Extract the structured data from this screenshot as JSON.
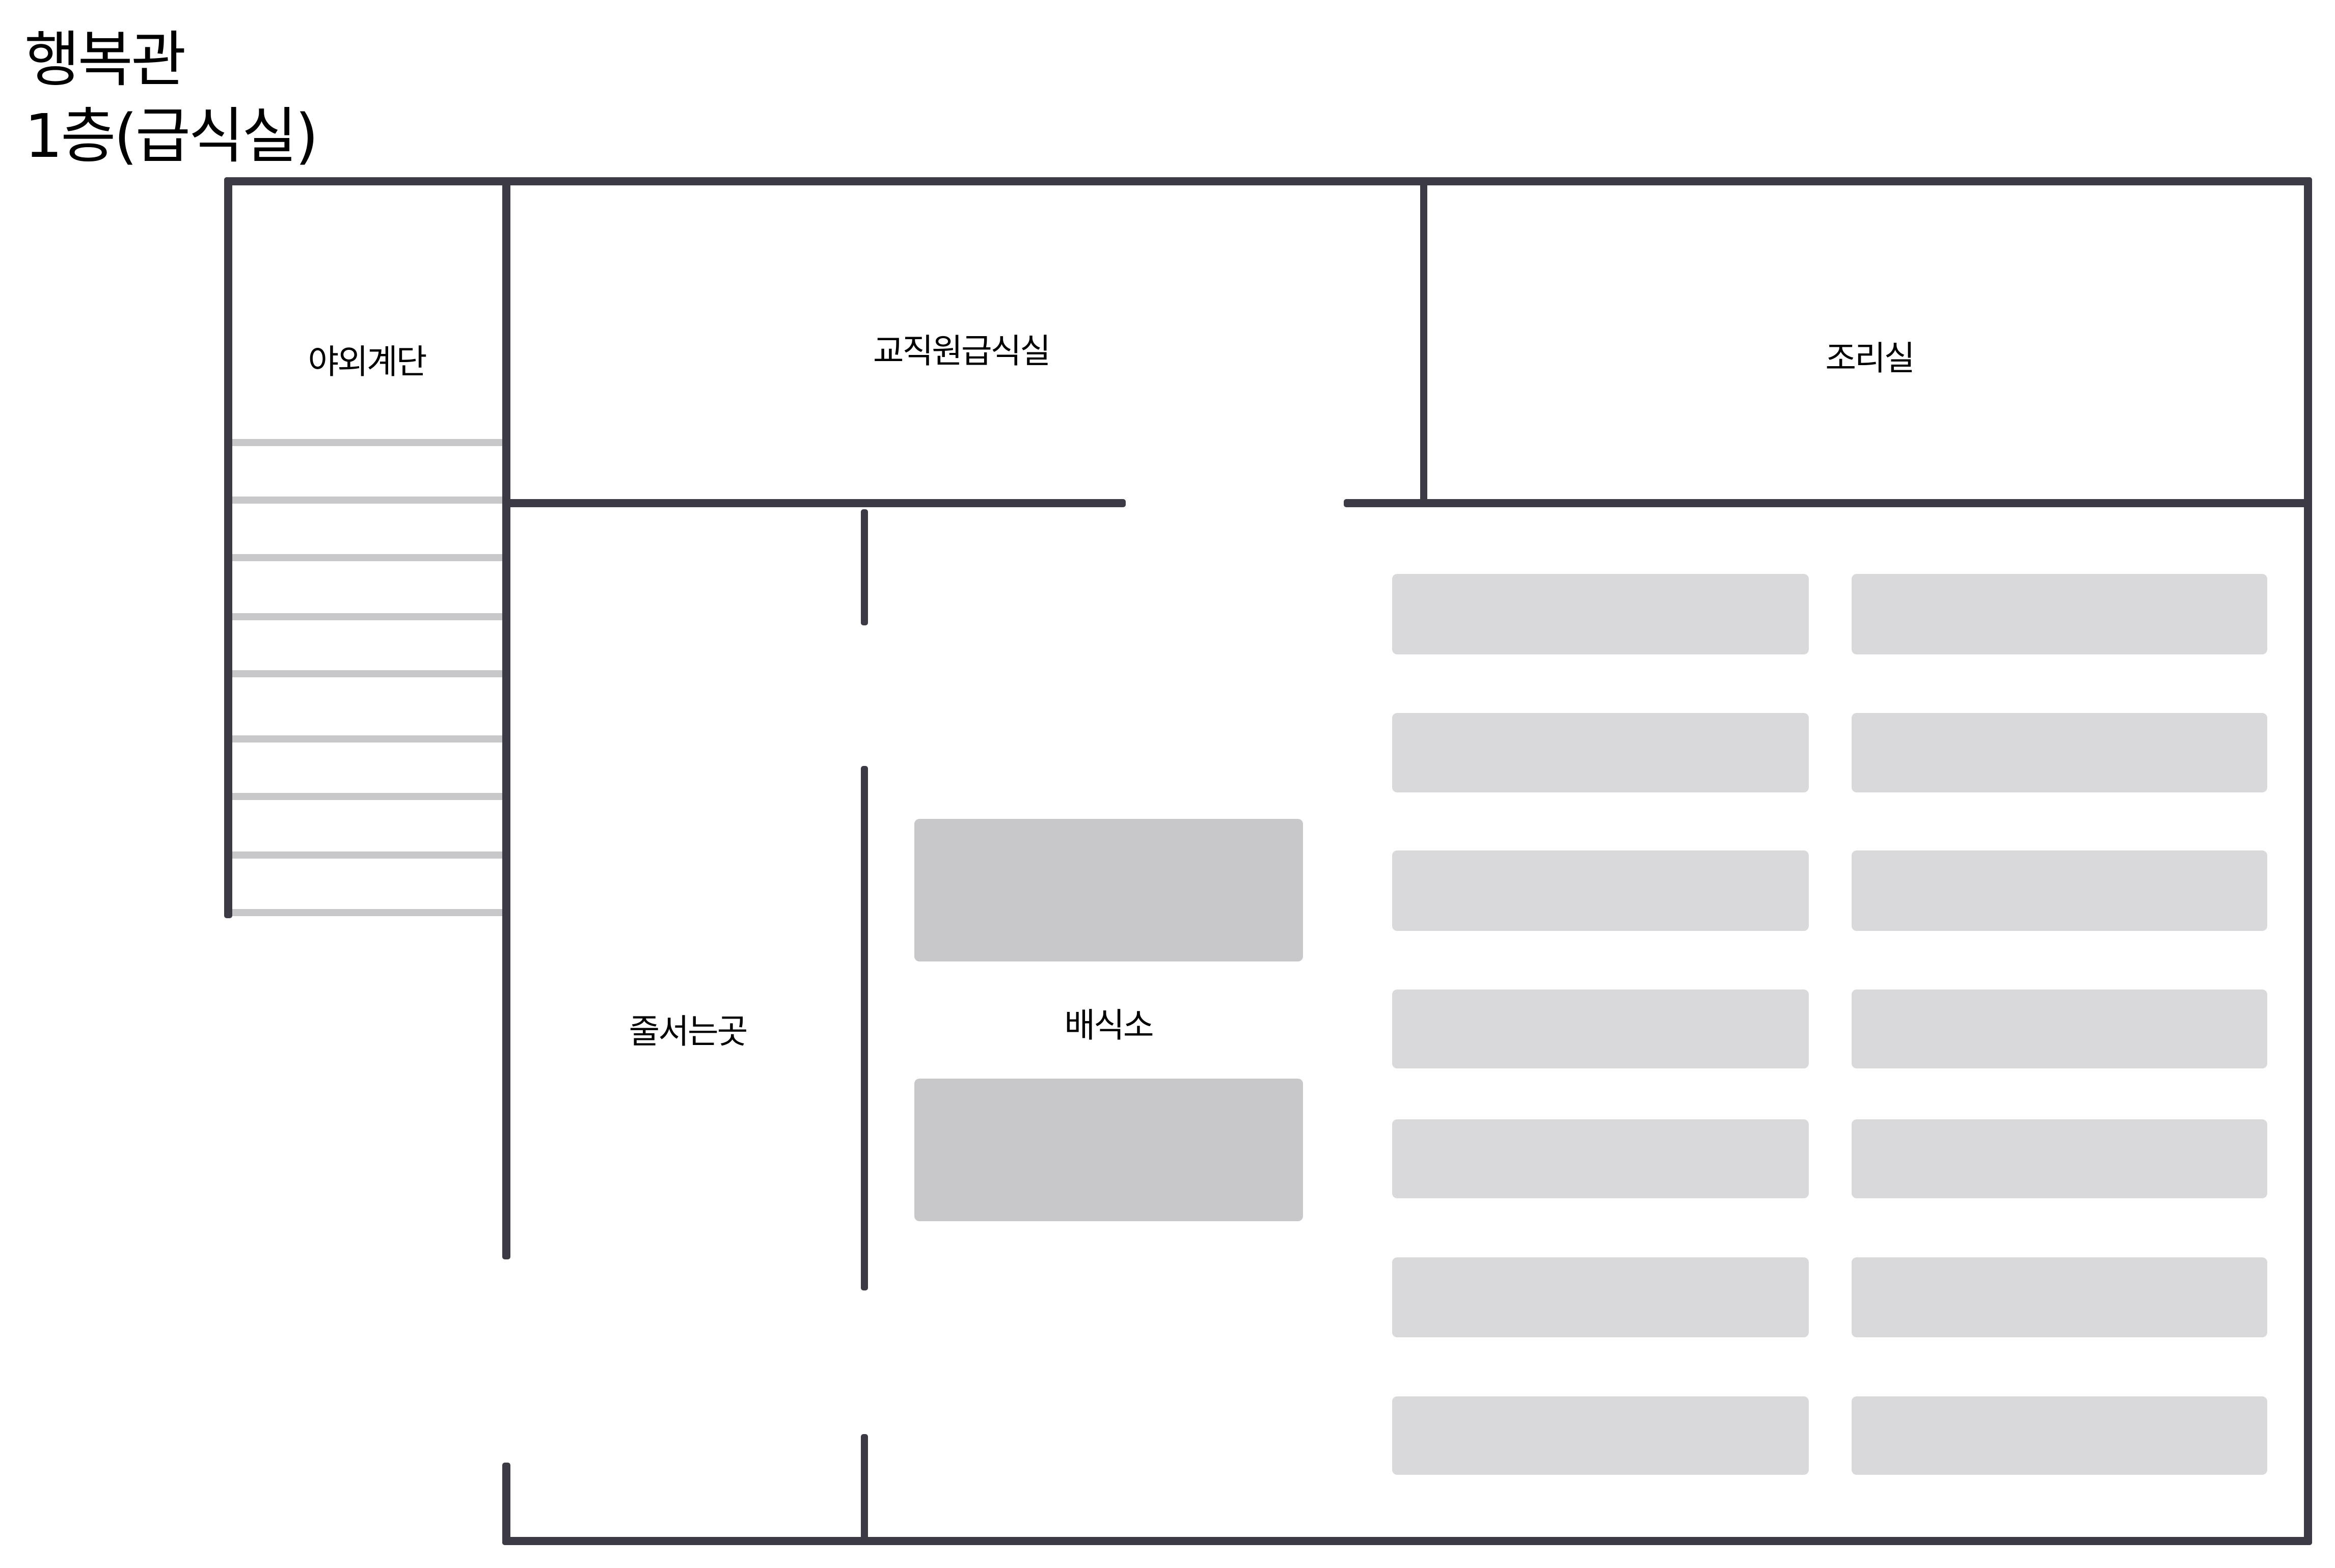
{
  "title": {
    "building": "행복관",
    "floor": "1층(급식실)"
  },
  "rooms": {
    "outdoor_stairs": "야외계단",
    "staff_dining": "교직원급식실",
    "kitchen": "조리실",
    "queue_area": "줄서는곳",
    "serving_station": "배식소"
  },
  "colors": {
    "wall": "#3b3a45",
    "stair_tread": "#c8c8ca",
    "serving_counter": "#c8c8ca",
    "dining_table": "#d9d9db",
    "background": "#ffffff"
  },
  "counts": {
    "stair_treads": 9,
    "serving_counters": 2,
    "dining_tables": 14,
    "table_columns": 2,
    "table_rows": 7
  }
}
